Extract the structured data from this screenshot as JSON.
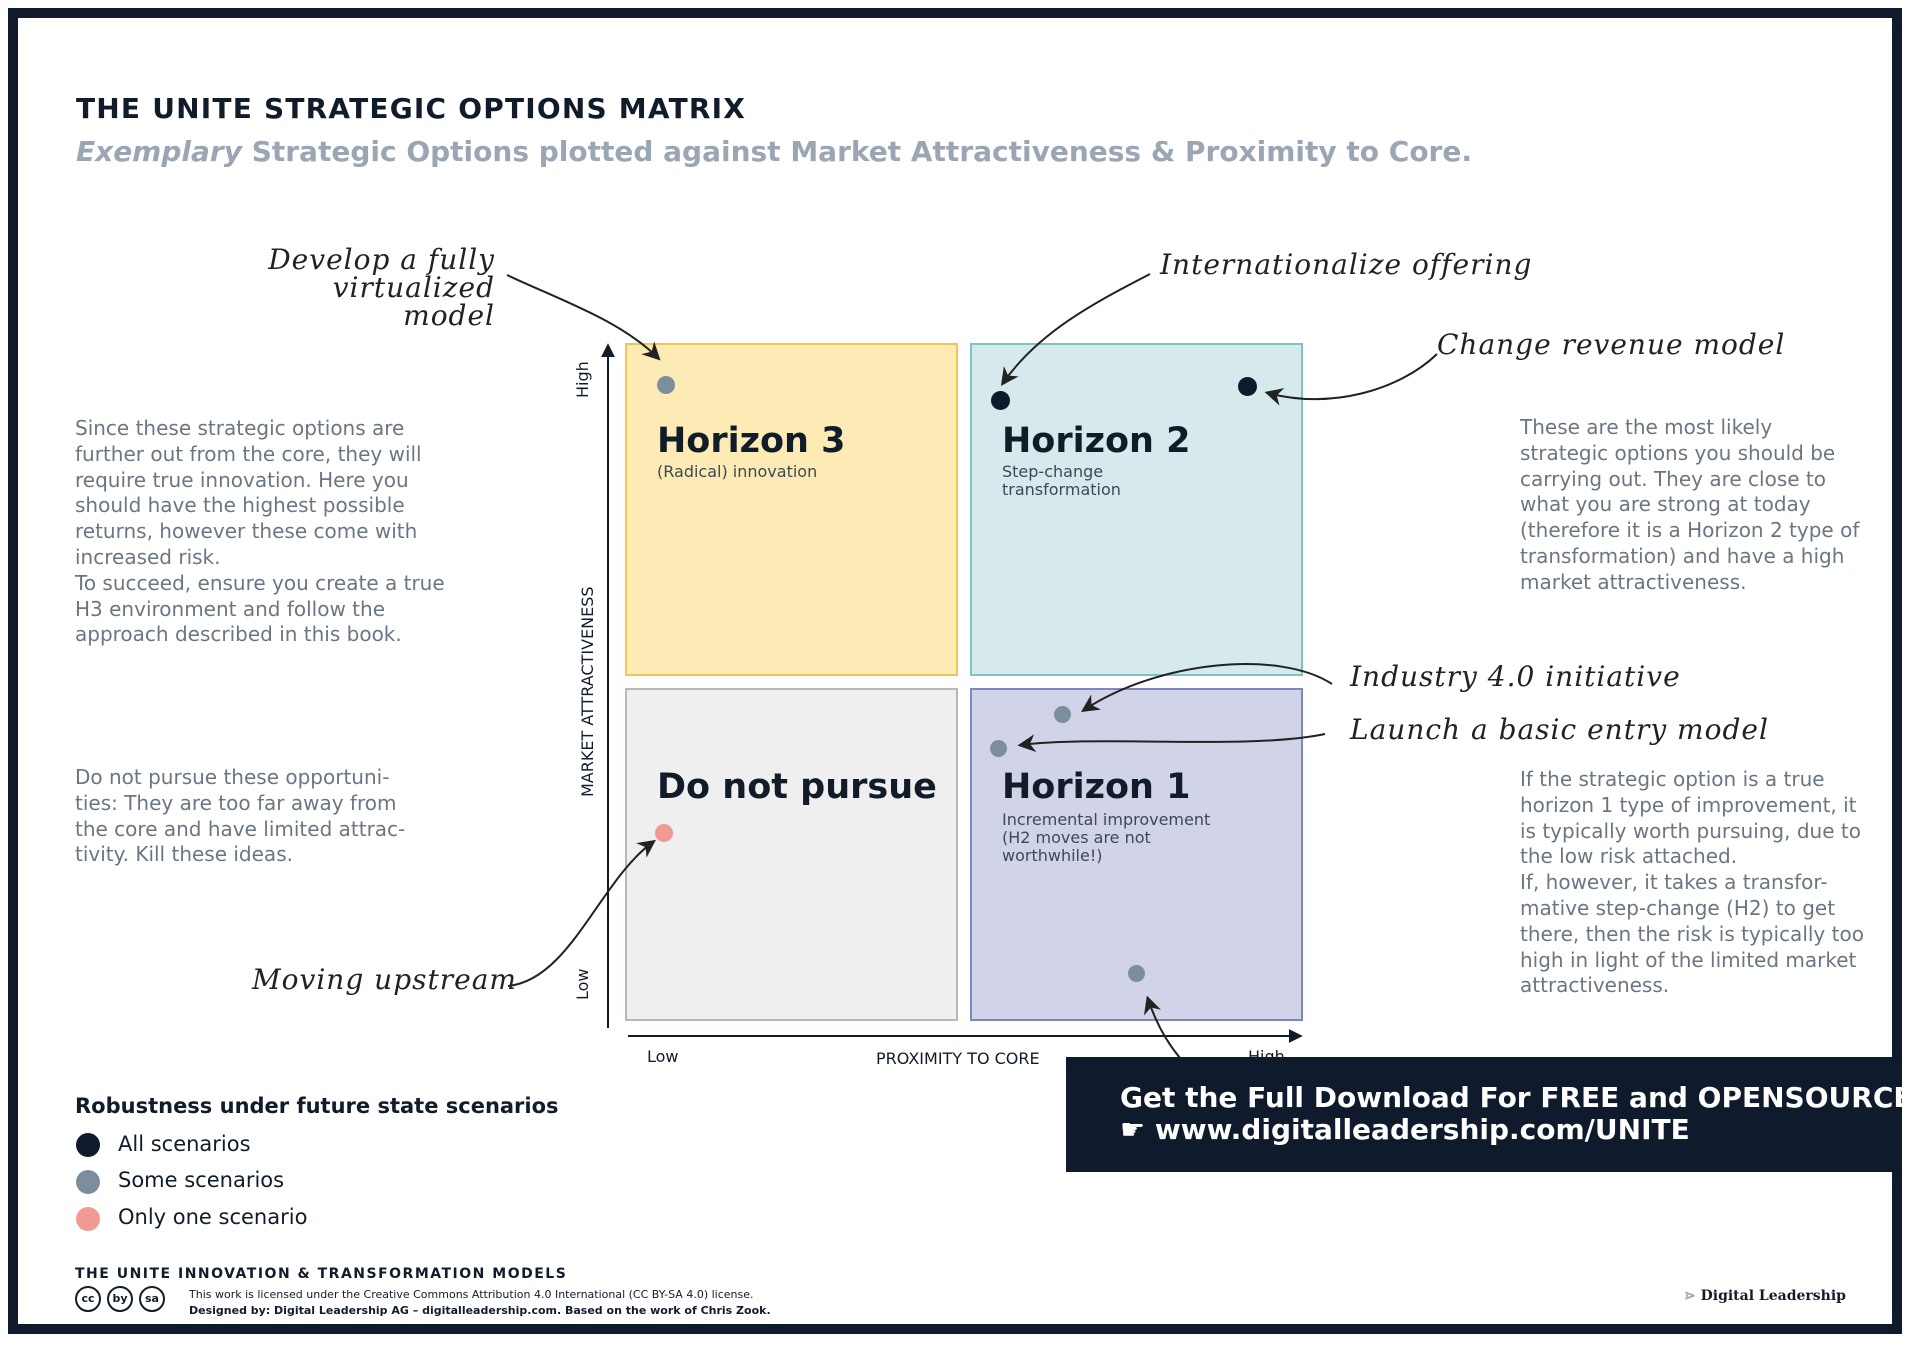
{
  "title": "THE UNITE STRATEGIC OPTIONS MATRIX",
  "subtitle_emph": "Exemplary",
  "subtitle_rest": " Strategic Options plotted against Market Attractiveness & Proximity to Core.",
  "left_texts": {
    "h3_desc": "Since these strategic options are further out from the core, they will require true innovation. Here you should have the highest possible returns, however these come with increased risk.\nTo succeed, ensure you create a true H3 environment and follow the approach described in this book.",
    "dnp_desc": "Do not pursue these opportuni-ties: They are too far away from the core and have limited attrac-tivity. Kill these ideas."
  },
  "right_texts": {
    "h2_desc": "These are the most likely strategic options you should be carrying out. They are close to what you are strong at today (therefore it is a Horizon 2 type of transformation) and have a high market attractiveness.",
    "h1_desc": "If the strategic option is a true horizon 1 type of improvement, it is typically worth pursuing, due to the low risk attached.\nIf, however, it takes a transfor-mative step-change (H2) to get there, then the risk is typically too high in light of the limited market attractiveness."
  },
  "quadrants": {
    "h3": {
      "title": "Horizon 3",
      "subtitle": "(Radical) innovation"
    },
    "h2": {
      "title": "Horizon 2",
      "subtitle": "Step-change\ntransformation"
    },
    "dnp": {
      "title": "Do not pursue",
      "subtitle": ""
    },
    "h1": {
      "title": "Horizon 1",
      "subtitle": "Incremental improvement\n(H2 moves are not\nworthwhile!)"
    }
  },
  "axes": {
    "y_label": "MARKET ATTRACTIVENESS",
    "y_high": "High",
    "y_low": "Low",
    "x_label": "PROXIMITY TO CORE",
    "x_low": "Low",
    "x_high": "High"
  },
  "annotations": {
    "virtualized": "Develop a fully\nvirtualized model",
    "internationalize": "Internationalize offering",
    "revenue": "Change revenue model",
    "industry": "Industry 4.0 initiative",
    "entry": "Launch a basic entry model",
    "upstream": "Moving upstream"
  },
  "colors": {
    "all_scenarios": "#0f1b2d",
    "some_scenarios": "#7d8da0",
    "one_scenario": "#f09a92"
  },
  "legend": {
    "title": "Robustness under future state scenarios",
    "items": [
      "All scenarios",
      "Some scenarios",
      "Only one scenario"
    ]
  },
  "banner": {
    "line1": "Get the Full Download For FREE and OPENSOURCE",
    "line2": "☛  www.digitalleadership.com/UNITE"
  },
  "footer": {
    "series": "THE UNITE INNOVATION & TRANSFORMATION MODELS",
    "license": "This work is licensed under the Creative Commons Attribution 4.0 International (CC BY-SA 4.0) license.",
    "designed": "Designed by: Digital Leadership AG – digitalleadership.com. Based on the work of Chris Zook.",
    "brand": "Digital Leadership",
    "cc_icons": [
      "cc",
      "by",
      "sa"
    ]
  }
}
